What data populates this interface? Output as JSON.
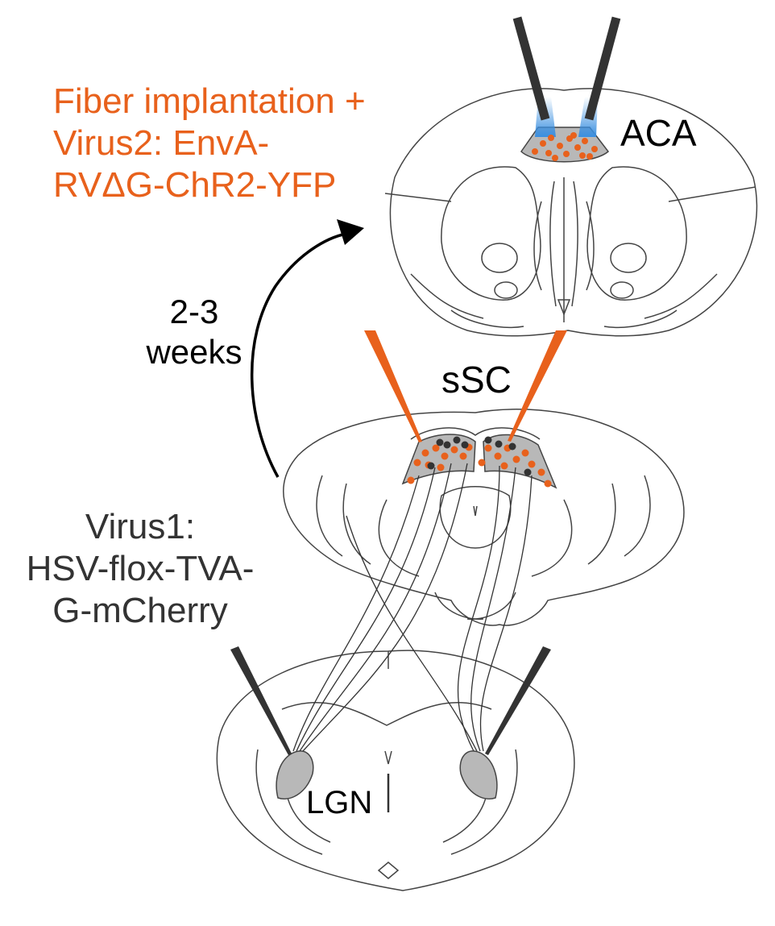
{
  "labels": {
    "step2_line1": "Fiber implantation +",
    "step2_line2": "Virus2: EnvA-",
    "step2_line3": "RVΔG-ChR2-YFP",
    "delay_line1": "2-3",
    "delay_line2": "weeks",
    "step1_line1": "Virus1:",
    "step1_line2": "HSV-flox-TVA-",
    "step1_line3": "G-mCherry",
    "region_top": "ACA",
    "region_mid": "sSC",
    "region_bottom": "LGN"
  },
  "colors": {
    "orange": "#e8611c",
    "dark_gray": "#333333",
    "fiber_blue": "#3a8fe0",
    "region_gray": "#b8b8b8",
    "outline": "#444444"
  }
}
